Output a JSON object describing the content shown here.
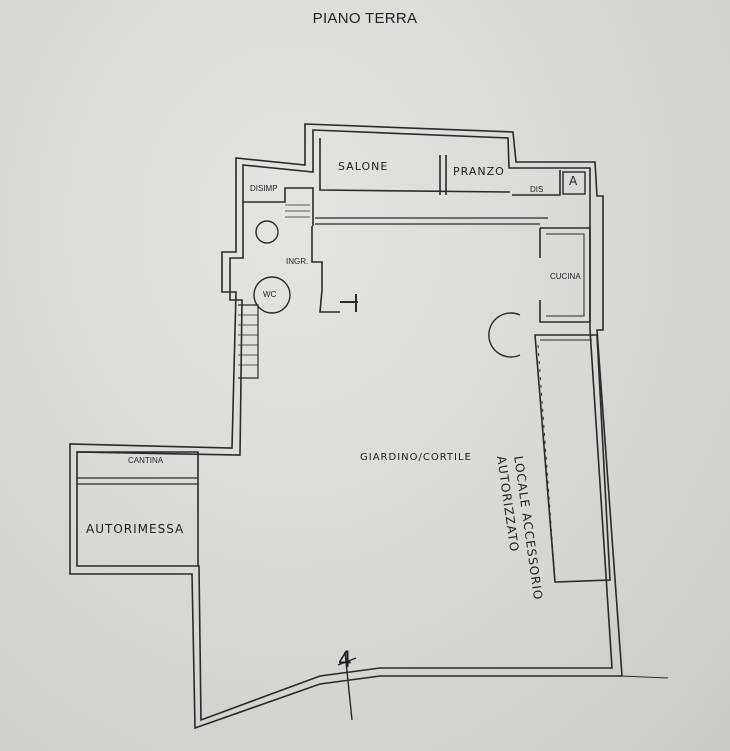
{
  "plan": {
    "title": "PIANO TERRA",
    "rooms": {
      "salone": "SALONE",
      "pranzo": "PRANZO",
      "dis": "DIS",
      "disimp": "DISIMP",
      "ingr": "INGR.",
      "wc": "WC",
      "cucina": "CUCINA",
      "cantina": "CANTINA",
      "autorimessa": "AUTORIMESSA",
      "giardino": "GIARDINO/CORTILE",
      "locale_line1": "LOCALE ACCESSORIO",
      "locale_line2": "AUTORIZZATO"
    },
    "marker_a": "A",
    "north_marker": "4"
  }
}
